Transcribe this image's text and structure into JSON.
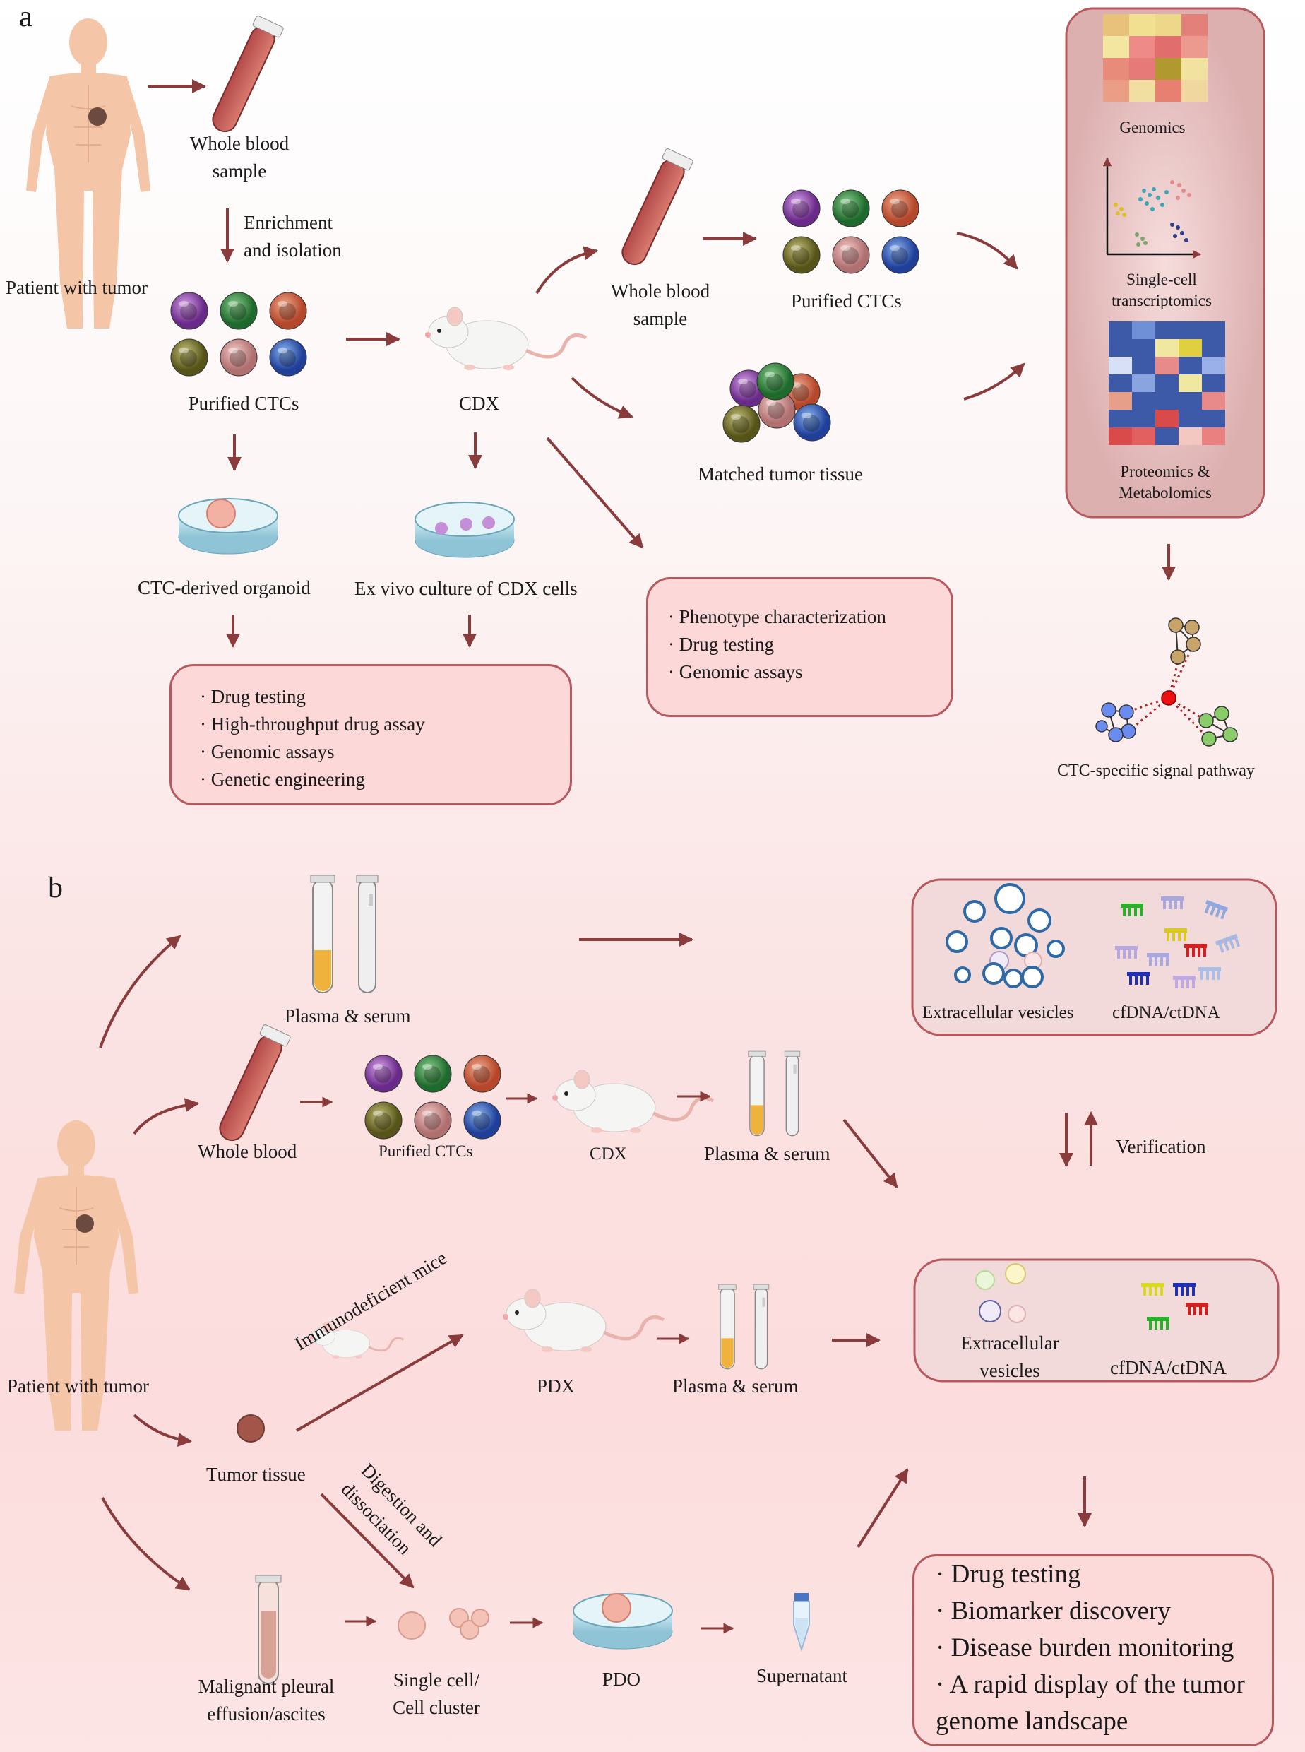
{
  "panel_a": {
    "label": "a",
    "patient": "Patient with tumor",
    "whole_blood_sample": [
      "Whole blood",
      "sample"
    ],
    "enrichment": [
      "Enrichment",
      "and isolation"
    ],
    "purified_ctcs": "Purified CTCs",
    "cdx": "CDX",
    "whole_blood_sample_2": [
      "Whole blood",
      "sample"
    ],
    "purified_ctcs_2": "Purified CTCs",
    "matched_tumor": "Matched tumor tissue",
    "organoid": "CTC-derived organoid",
    "ex_vivo": "Ex vivo culture of CDX cells",
    "omics": {
      "genomics": "Genomics",
      "single_cell": [
        "Single-cell",
        "transcriptomics"
      ],
      "proteomics": [
        "Proteomics &",
        "Metabolomics"
      ]
    },
    "pathway": "CTC-specific signal pathway",
    "box_left": [
      "· Drug testing",
      "· High-throughput drug assay",
      "· Genomic assays",
      "· Genetic engineering"
    ],
    "box_mid": [
      "· Phenotype characterization",
      "· Drug testing",
      "· Genomic assays"
    ]
  },
  "panel_b": {
    "label": "b",
    "plasma_serum_top": "Plasma & serum",
    "ev_top": "Extracellular vesicles",
    "cfdna_top": "cfDNA/ctDNA",
    "whole_blood": "Whole blood",
    "purified_ctcs": "Purified CTCs",
    "cdx": "CDX",
    "plasma_serum_cdx": "Plasma & serum",
    "verification": "Verification",
    "patient": "Patient with tumor",
    "immunodeficient": "Immunodeficient mice",
    "pdx": "PDX",
    "plasma_serum_pdx": "Plasma & serum",
    "ev_bottom": [
      "Extracellular",
      "vesicles"
    ],
    "cfdna_bottom": "cfDNA/ctDNA",
    "tumor_tissue": "Tumor tissue",
    "digestion": [
      "Digestion and",
      "dissociation"
    ],
    "effusion": [
      "Malignant pleural",
      "effusion/ascites"
    ],
    "single_cell": [
      "Single cell/",
      "Cell cluster"
    ],
    "pdo": "PDO",
    "supernatant": "Supernatant",
    "box_bottom": [
      "· Drug testing",
      "· Biomarker discovery",
      "· Disease burden monitoring",
      "· A rapid display of the tumor",
      "genome landscape"
    ]
  },
  "colors": {
    "arrow": "#8a3b3b",
    "box_border": "#b6585d",
    "box_fill": "#fcd8d8"
  }
}
